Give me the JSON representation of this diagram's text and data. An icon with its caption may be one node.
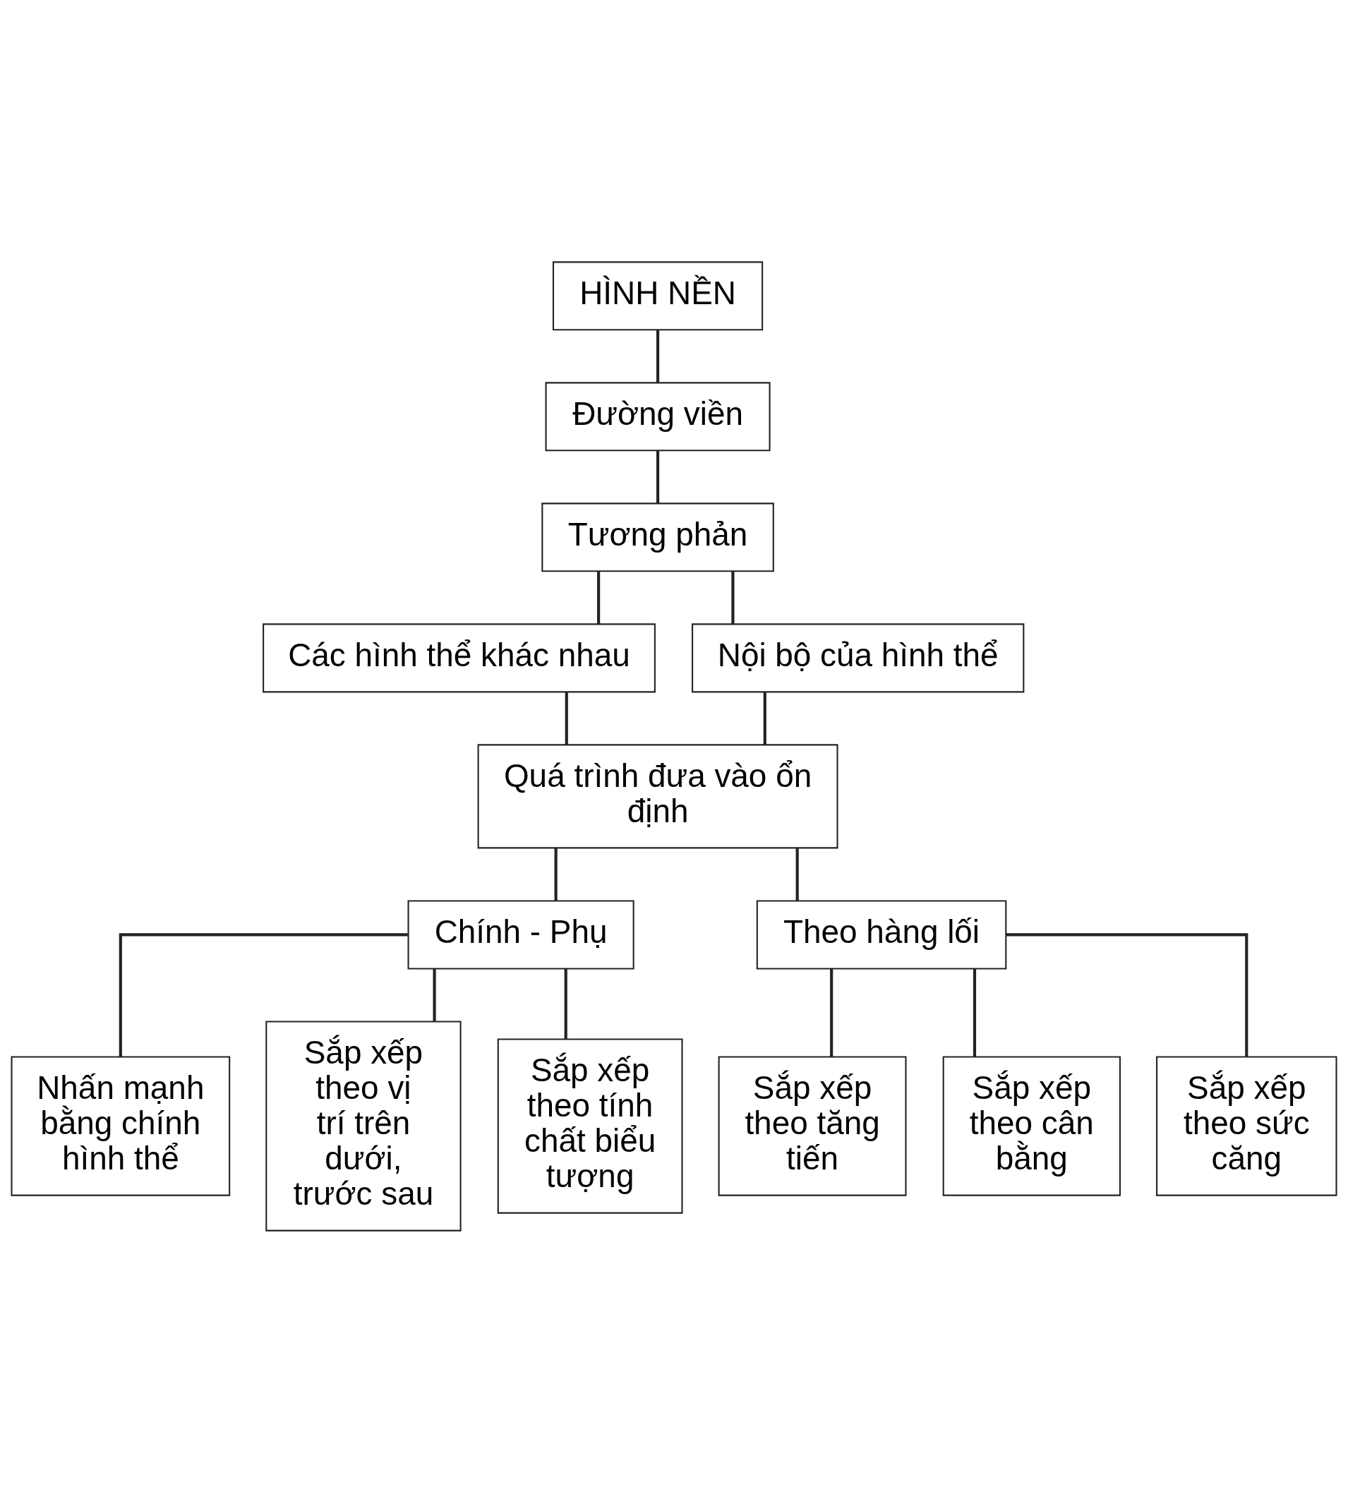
{
  "diagram": {
    "nodes": [
      {
        "text": [
          "HÌNH NỀN"
        ]
      },
      {
        "text": [
          "Đường viền"
        ]
      },
      {
        "text": [
          "Tương phản"
        ]
      },
      {
        "text": [
          "Các hình thể khác nhau"
        ]
      },
      {
        "text": [
          "Nội bộ của hình thể"
        ]
      },
      {
        "text": [
          "Quá trình đưa vào ổn định"
        ]
      },
      {
        "text": [
          "Chính - Phụ"
        ]
      },
      {
        "text": [
          "Theo hàng lối"
        ]
      },
      {
        "text": [
          "Nhấn mạnh bằng chính hình thể"
        ]
      },
      {
        "text": [
          "Sắp xếp theo vị trí trên dưới, trước sau"
        ]
      },
      {
        "text": [
          "Sắp xếp theo tính chất biểu tượng"
        ]
      },
      {
        "text": [
          "Sắp xếp theo tăng tiến"
        ]
      },
      {
        "text": [
          "Sắp xếp theo cân bằng"
        ]
      },
      {
        "text": [
          "Sắp xếp theo sức căng"
        ]
      }
    ],
    "edges": [
      {
        "from": 0,
        "to": 1,
        "arrow": "none"
      },
      {
        "from": 1,
        "to": 2,
        "arrow": "none"
      },
      {
        "from": 2,
        "to": 3,
        "arrow": "none"
      },
      {
        "from": 2,
        "to": 4,
        "arrow": "none"
      },
      {
        "from": 3,
        "to": 5,
        "arrow": "none"
      },
      {
        "from": 4,
        "to": 5,
        "arrow": "none"
      },
      {
        "from": 5,
        "to": 6,
        "arrow": "none"
      },
      {
        "from": 5,
        "to": 7,
        "arrow": "none"
      },
      {
        "from": 6,
        "to": 8,
        "arrow": "none"
      },
      {
        "from": 6,
        "to": 9,
        "arrow": "none"
      },
      {
        "from": 6,
        "to": 10,
        "arrow": "none"
      },
      {
        "from": 7,
        "to": 11,
        "arrow": "none"
      },
      {
        "from": 7,
        "to": 12,
        "arrow": "none"
      },
      {
        "from": 7,
        "to": 13,
        "arrow": "none"
      }
    ]
  }
}
